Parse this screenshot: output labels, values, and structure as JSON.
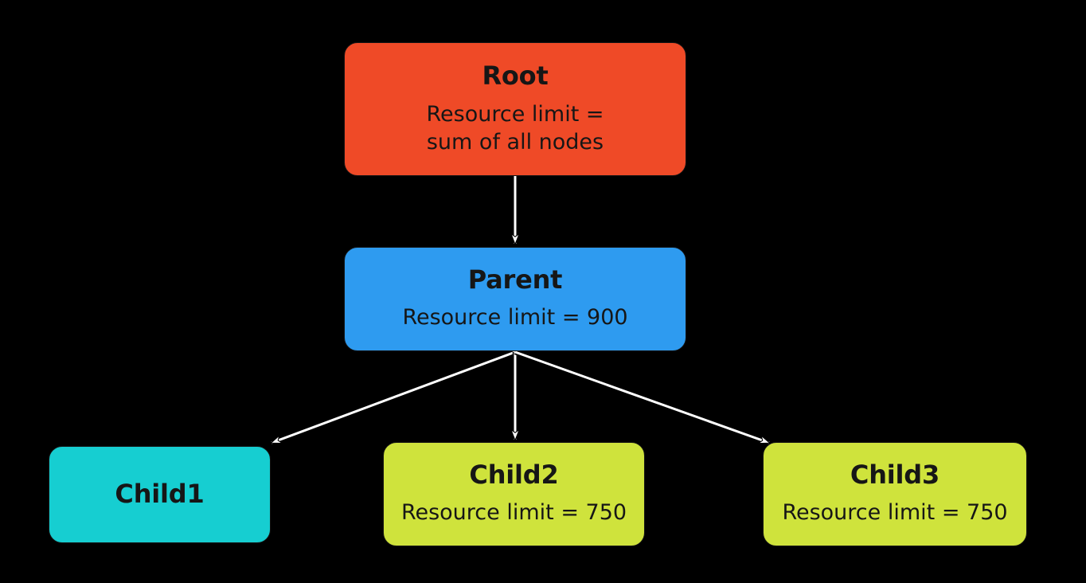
{
  "diagram": {
    "background_color": "#000000",
    "edge_color": "#FFFFFF",
    "edge_outline_color": "#000000",
    "text_color": "#161616",
    "nodes": [
      {
        "id": "root",
        "title": "Root",
        "subtitle": "Resource limit =\nsum of all nodes",
        "color": "#EF4A27"
      },
      {
        "id": "parent",
        "title": "Parent",
        "subtitle": "Resource limit = 900",
        "color": "#2E9BF0"
      },
      {
        "id": "child1",
        "title": "Child1",
        "subtitle": "",
        "color": "#16CED1"
      },
      {
        "id": "child2",
        "title": "Child2",
        "subtitle": "Resource limit = 750",
        "color": "#CFE33C"
      },
      {
        "id": "child3",
        "title": "Child3",
        "subtitle": "Resource limit = 750",
        "color": "#CFE33C"
      }
    ],
    "edges": [
      {
        "from": "root",
        "to": "parent"
      },
      {
        "from": "parent",
        "to": "child1"
      },
      {
        "from": "parent",
        "to": "child2"
      },
      {
        "from": "parent",
        "to": "child3"
      }
    ]
  }
}
